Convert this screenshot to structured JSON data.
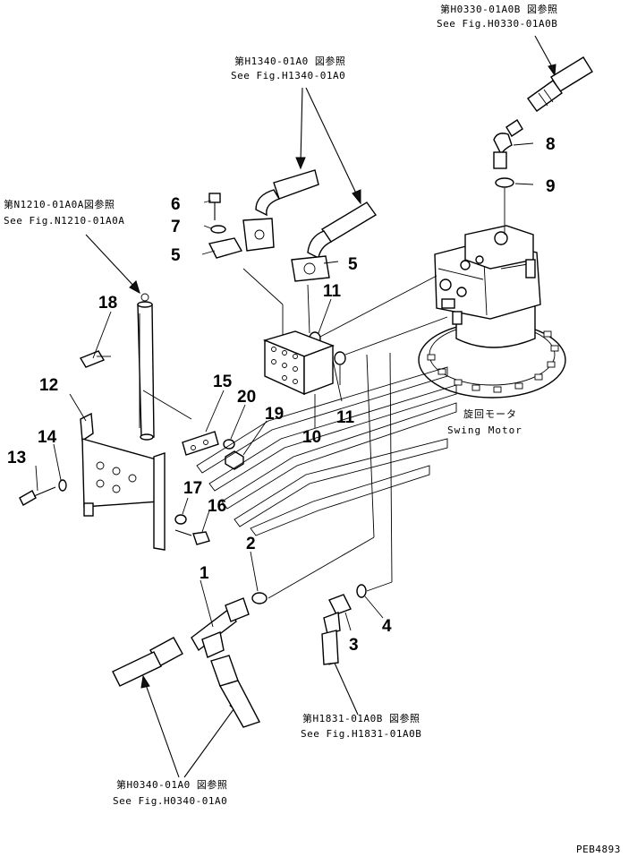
{
  "references": [
    {
      "jp": "第H0330-01A0B 図参照",
      "en": "See Fig.H0330-01A0B"
    },
    {
      "jp": "第H1340-01A0 図参照",
      "en": "See Fig.H1340-01A0"
    },
    {
      "jp": "第N1210-01A0A図参照",
      "en": "See Fig.N1210-01A0A"
    },
    {
      "jp": "第H1831-01A0B 図参照",
      "en": "See Fig.H1831-01A0B"
    },
    {
      "jp": "第H0340-01A0 図参照",
      "en": "See Fig.H0340-01A0"
    }
  ],
  "part_numbers": [
    "1",
    "2",
    "3",
    "4",
    "5",
    "5",
    "6",
    "7",
    "8",
    "9",
    "10",
    "11",
    "11",
    "12",
    "13",
    "14",
    "15",
    "16",
    "17",
    "18",
    "19",
    "20"
  ],
  "component_label": {
    "jp": "旋回モータ",
    "en": "Swing Motor"
  },
  "figure_code": "PEB4893"
}
